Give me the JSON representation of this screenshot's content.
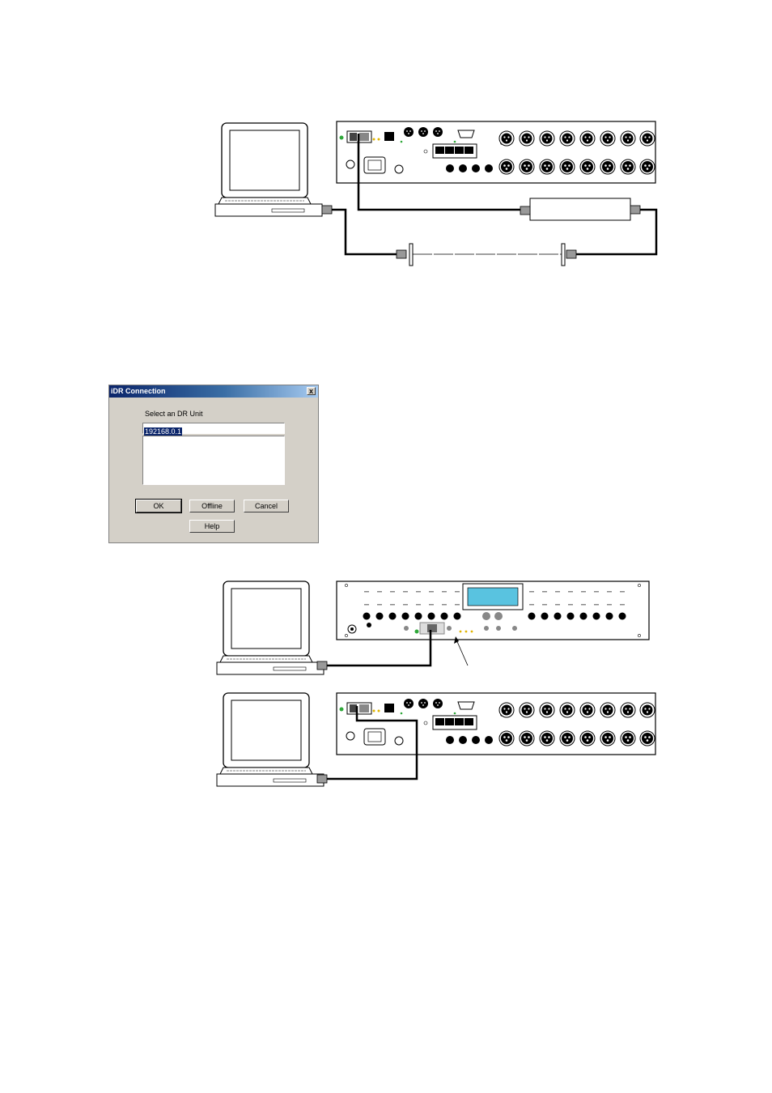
{
  "dialog": {
    "title": "iDR Connection",
    "close_glyph": "x",
    "prompt_label": "Select an DR Unit",
    "selected_ip": "192168.0.1",
    "list_items": [],
    "buttons": {
      "ok": "OK",
      "offline": "Offline",
      "cancel": "Cancel",
      "help": "Help"
    }
  },
  "diagrams": [
    {
      "name": "network-connection",
      "devices": [
        "laptop-icon",
        "idr-rear-panel",
        "network-switch-box"
      ]
    },
    {
      "name": "front-usb-connection",
      "devices": [
        "laptop-icon",
        "idr-front-panel"
      ]
    },
    {
      "name": "rear-usb-connection",
      "devices": [
        "laptop-icon",
        "idr-rear-panel"
      ]
    }
  ],
  "colors": {
    "dialog_face": "#d4d0c8",
    "title_start": "#0a246a",
    "title_end": "#a6caf0",
    "lcd": "#59c3e0",
    "led_green": "#2fa83a",
    "led_yellow": "#e0b400"
  }
}
